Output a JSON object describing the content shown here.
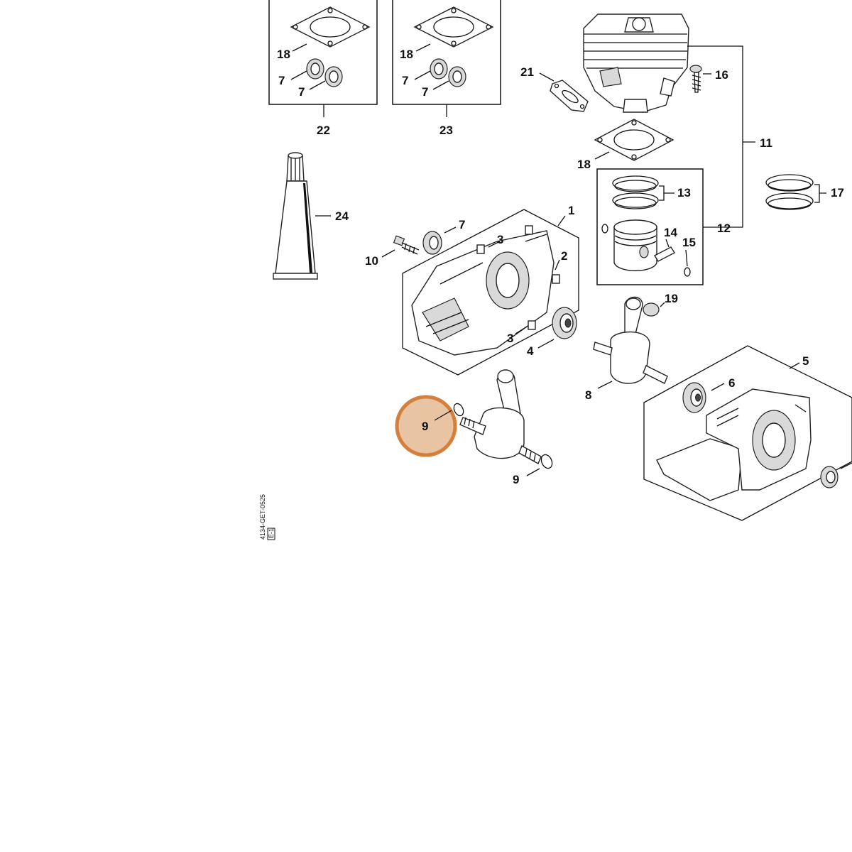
{
  "diagram": {
    "document_id": "4134-GET-0525",
    "document_page": "E-1",
    "highlight": {
      "label": "9",
      "fill": "#e8c4a2",
      "stroke": "#d47f3c"
    },
    "callouts": {
      "c1": "1",
      "c2": "2",
      "c3a": "3",
      "c3b": "3",
      "c4": "4",
      "c5": "5",
      "c6": "6",
      "c7a": "7",
      "c7b": "7",
      "c7c": "7",
      "c7d": "7",
      "c7e": "7",
      "c8": "8",
      "c9a": "9",
      "c10": "10",
      "c11": "11",
      "c12": "12",
      "c13": "13",
      "c14": "14",
      "c15": "15",
      "c16": "16",
      "c17": "17",
      "c18a": "18",
      "c18b": "18",
      "c18c": "18",
      "c19": "19",
      "c21": "21",
      "c22": "22",
      "c23": "23",
      "c24": "24"
    }
  }
}
